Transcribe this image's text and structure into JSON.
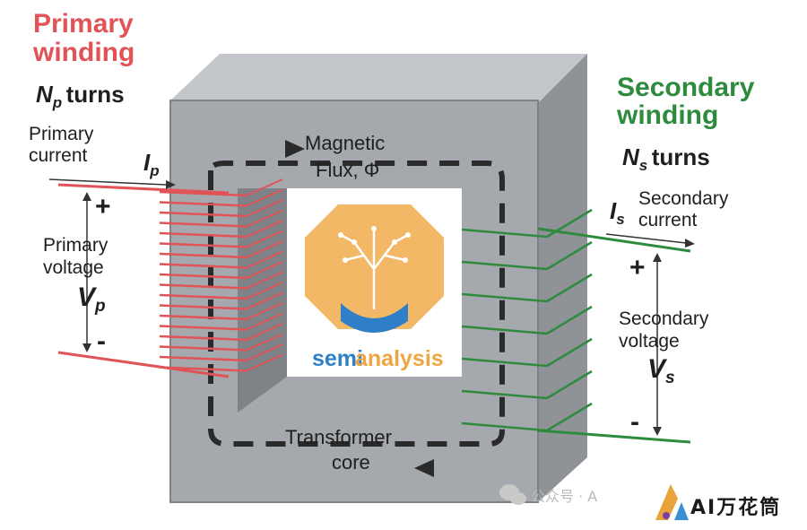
{
  "primary": {
    "title_line1": "Primary",
    "title_line2": "winding",
    "turns_symbol": "N",
    "turns_sub": "p",
    "turns_word": "turns",
    "current_line1": "Primary",
    "current_line2": "current",
    "current_symbol": "I",
    "current_sub": "p",
    "plus": "+",
    "minus": "-",
    "voltage_line1": "Primary",
    "voltage_line2": "voltage",
    "voltage_symbol": "V",
    "voltage_sub": "p"
  },
  "secondary": {
    "title_line1": "Secondary",
    "title_line2": "winding",
    "turns_symbol": "N",
    "turns_sub": "s",
    "turns_word": "turns",
    "current_symbol": "I",
    "current_sub": "s",
    "current_line1": "Secondary",
    "current_line2": "current",
    "plus": "+",
    "minus": "-",
    "voltage_line1": "Secondary",
    "voltage_line2": "voltage",
    "voltage_symbol": "V",
    "voltage_sub": "s"
  },
  "core": {
    "flux_line1": "Magnetic",
    "flux_line2": "Flux, Φ",
    "core_line1": "Transformer",
    "core_line2": "core"
  },
  "logo": {
    "text_part1": "semi",
    "text_part2": "analysis"
  },
  "watermark": {
    "text": "公众号 · A",
    "brand": "AI万花筒"
  },
  "colors": {
    "primary_red": "#e05357",
    "secondary_green": "#2e8b3e",
    "core_gray": "#a5a8ad",
    "logo_orange": "#f2b866",
    "logo_blue": "#2f7fc8"
  }
}
